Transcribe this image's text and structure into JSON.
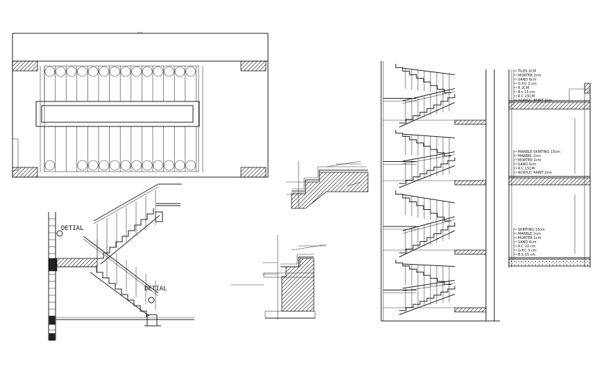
{
  "plan_dimension_text": "___",
  "detail_label_1": "DETIAL",
  "detail_label_2": "DETIAL",
  "finish_schedule_top": [
    "TILES 2CM",
    "MORTER 2cm",
    "SAND 6cm",
    "G.P.C 2 cm",
    "R 2CM",
    "B.s 15 cm",
    "R.C 15CM",
    "ACRYLIC PAINT 2cm"
  ],
  "finish_schedule_middle": [
    "MARBLE SKIRTING 15cm",
    "MARBEL 2cm",
    "MORTER 2cm",
    "SAND 6cm",
    "R.C 15CM",
    "ACRYLIC PAINT 2cm"
  ],
  "finish_schedule_bottom": [
    "SKIRTING 15cm",
    "MARBLE 2cm",
    "MORTER 2cm",
    "SAND 6cm",
    "R.C 10 cm",
    "G.P.C 3 cm",
    "B.S 15 cm"
  ]
}
